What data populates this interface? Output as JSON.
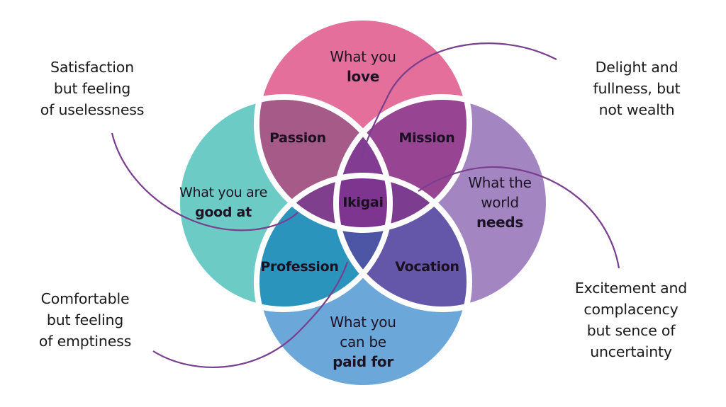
{
  "colors": {
    "love": "#e36f9a",
    "good_at": "#6dcbc5",
    "world_needs": "#a386c1",
    "paid_for": "#6ba7d8",
    "passion": "#a65a88",
    "mission": "#974593",
    "profession": "#2b94bd",
    "vocation": "#6456a8",
    "ikigai": "#7d3590",
    "connector": "#7a3e8e"
  },
  "circles": {
    "love": {
      "line1": "What you",
      "line2_bold": "love"
    },
    "good_at": {
      "line1": "What you are",
      "line2_bold": "good at"
    },
    "world_needs": {
      "line1": "What the",
      "line2": "world",
      "line3_bold": "needs"
    },
    "paid_for": {
      "line1": "What you",
      "line2": "can be",
      "line3_bold": "paid for"
    }
  },
  "regions": {
    "passion": "Passion",
    "mission": "Mission",
    "profession": "Profession",
    "vocation": "Vocation",
    "center": "Ikigai"
  },
  "notes": {
    "top_left": [
      "Satisfaction",
      "but feeling",
      "of uselessness"
    ],
    "top_right": [
      "Delight and",
      "fullness, but",
      "not wealth"
    ],
    "bottom_left": [
      "Comfortable",
      "but feeling",
      "of emptiness"
    ],
    "bottom_right": [
      "Excitement and",
      "complacency",
      "but sence of",
      "uncertainty"
    ]
  }
}
